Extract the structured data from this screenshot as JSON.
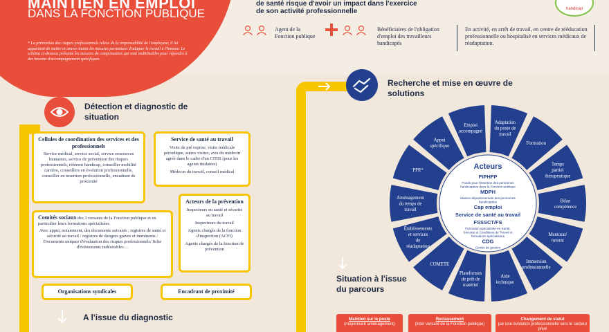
{
  "hero": {
    "title_main": "MAINTIEN EN EMPLOI",
    "title_sub": "DANS LA FONCTION PUBLIQUE",
    "note": "* La prévention des risques professionnels relève de la responsabilité de l'employeur, il lui appartient de mettre en œuvre toutes les mesures permettant d'adapter le travail à l'homme. Le schéma ci-dessous présente les mesures de compensation qui sont mobilisables pour répondre à des besoins d'accompagnement spécifiques."
  },
  "intro": {
    "lead": "de santé risque d'avoir un impact dans l'exercice de son activité professionnelle",
    "agent_label": "Agent de la Fonction publique",
    "beneficiary_label": "Bénéficiaires de l'obligation d'emploi des travailleurs handicapés",
    "context": "En activité, en arrêt de travail, en centre de rééducation professionnelle ou hospitalisé en services médicaux de réadaptation.",
    "logo_text": "handicap"
  },
  "colors": {
    "red": "#e94e3b",
    "yellow": "#f7c600",
    "navy": "#23408e",
    "ink": "#1d2a44"
  },
  "icons": {
    "eye": "eye-icon",
    "handshake": "handshake-icon",
    "agent": "person-icon",
    "beneficiary": "person-icon",
    "arrow_right": "arrow-right-icon",
    "arrow_down": "arrow-down-icon"
  },
  "detection": {
    "title": "Détection et diagnostic de situation",
    "cellules": {
      "title": "Cellules de coordination des services et des professionnels",
      "body": "Service médical, service social, service ressources humaines, service de prévention des risques professionnels, référent handicap, conseiller mobilité carrière, conseillers en évolution professionnelle, conseiller en insertion professionnelle, encadrant de proximité"
    },
    "sante": {
      "title": "Service de santé au travail",
      "body1": "Visite de pré reprise, visite médicale périodique, autres visites, avis du médecin agréé dans le cadre d'un CITIS (pour les agents titulaires)",
      "body2": "Médecin du travail, conseil médical"
    },
    "comites": {
      "title": "Comités sociaux",
      "title_rest": "des 3 versants de la Fonction publique et en particulier leurs formations spécialisées",
      "body": "Avec appui, notamment, des documents suivants : registres de santé et sécurité au travail / registres de dangers graves et imminents / Documents uniques d'évaluation des risques professionnels/ fiche d'évènements indésirables…"
    },
    "prevention": {
      "title": "Acteurs de la prévention",
      "items": [
        "Inspecteurs en santé et sécurité au travail",
        "Inspecteurs du travail",
        "Agents chargés de la fonction d'inspection (ACFI)",
        "Agents chargés de la fonction de prévention"
      ]
    },
    "organisations": "Organisations syndicales",
    "encadrant": "Encadrant de proximité",
    "issue_title": "A l'issue du diagnostic"
  },
  "solutions": {
    "title": "Recherche et mise en œuvre de solutions",
    "wheel": [
      "Emploi accompagné",
      "Adaptation du poste de travail",
      "Formation",
      "Temps partiel thérapeutique",
      "Bilan compétence",
      "Mentorat/ tutorat",
      "Immersion professionnelle",
      "Aide technique",
      "Plateformes de prêt de matériel",
      "COMETE",
      "Établissements et services de réadaptation",
      "Aménagement du temps de travail",
      "PPR*",
      "Appui spécifique"
    ],
    "actors_title": "Acteurs",
    "actors": [
      {
        "name": "FIPHFP",
        "desc": "Fonds pour l'insertion des personnes handicapées dans la Fonction publique"
      },
      {
        "name": "MDPH",
        "desc": "Maison départementale des personnes handicapées"
      },
      {
        "name": "Cap emploi",
        "desc": ""
      },
      {
        "name": "Service de santé au travail",
        "desc": ""
      },
      {
        "name": "FSSSCT/FS",
        "desc": "Formation spécialisée en Santé, Sécurité et Conditions de Travail et formations spécialisées"
      },
      {
        "name": "CDG",
        "desc": "Centre de gestion"
      }
    ]
  },
  "outcome": {
    "title": "Situation à l'issue du parcours",
    "cards": [
      {
        "title": "Maintien sur le poste",
        "sub": "(moyennant aménagement)"
      },
      {
        "title": "Reclassement",
        "sub": "(inter versant de la Fonction publique)"
      },
      {
        "title": "Changement de statut",
        "sub": "par une évolution professionnelle vers le secteur privé"
      }
    ]
  }
}
